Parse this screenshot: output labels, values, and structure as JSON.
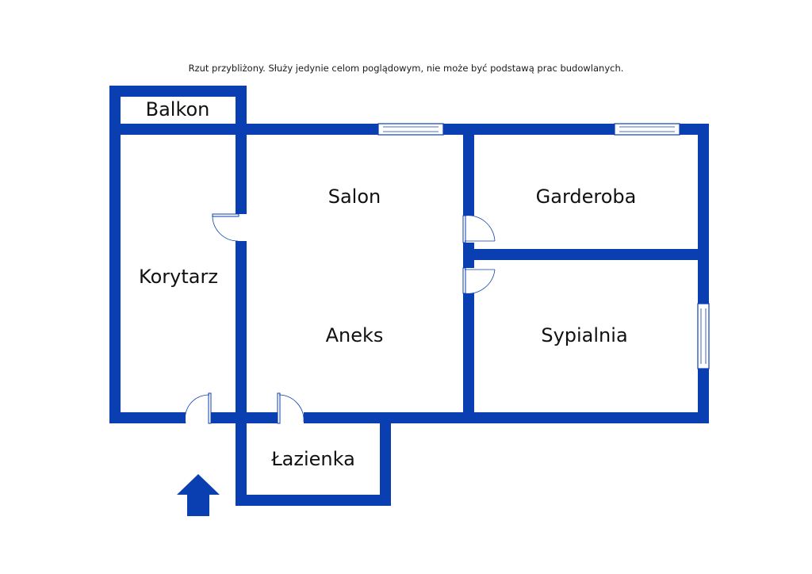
{
  "disclaimer": "Rzut przybliżony. Służy jedynie celom poglądowym, nie może być podstawą prac budowlanych.",
  "rooms": {
    "balkon": "Balkon",
    "salon": "Salon",
    "garderoba": "Garderoba",
    "korytarz": "Korytarz",
    "aneks": "Aneks",
    "sypialnia": "Sypialnia",
    "lazienka": "Łazienka"
  },
  "colors": {
    "wall": "#0a3fb2",
    "background": "#ffffff"
  },
  "icons": {
    "entrance": "entrance-arrow-icon"
  }
}
